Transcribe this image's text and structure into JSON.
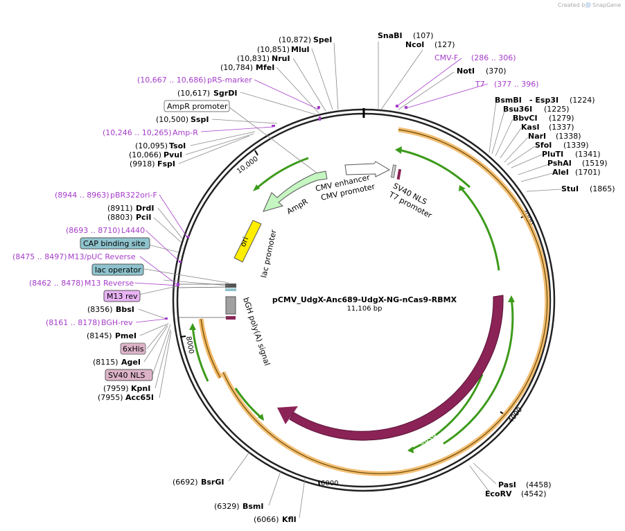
{
  "credit": {
    "text": "Created by",
    "brand": "SnapGene"
  },
  "plasmid": {
    "name": "pCMV_UdgX-Anc689-UdgX-NG-nCas9-RBMX",
    "length": "11,106 bp"
  },
  "ticks": [
    "2000",
    "4000",
    "6000",
    "8000",
    "10,000"
  ],
  "sites": [
    {
      "id": "spei",
      "pos": "(10,872)",
      "name": "SpeI"
    },
    {
      "id": "mlui",
      "pos": "(10,851)",
      "name": "MluI"
    },
    {
      "id": "nrui",
      "pos": "(10,831)",
      "name": "NruI"
    },
    {
      "id": "mfei",
      "pos": "(10,784)",
      "name": "MfeI"
    },
    {
      "id": "sgrdi",
      "pos": "(10,617)",
      "name": "SgrDI"
    },
    {
      "id": "sspi",
      "pos": "(10,500)",
      "name": "SspI"
    },
    {
      "id": "tsoi",
      "pos": "(10,095)",
      "name": "TsoI"
    },
    {
      "id": "pvui",
      "pos": "(10,066)",
      "name": "PvuI"
    },
    {
      "id": "fspi",
      "pos": "(9918)",
      "name": "FspI"
    },
    {
      "id": "drdi",
      "pos": "(8911)",
      "name": "DrdI"
    },
    {
      "id": "pcii",
      "pos": "(8803)",
      "name": "PciI"
    },
    {
      "id": "bbsi",
      "pos": "(8356)",
      "name": "BbsI"
    },
    {
      "id": "pmei",
      "pos": "(8145)",
      "name": "PmeI"
    },
    {
      "id": "agei",
      "pos": "(8115)",
      "name": "AgeI"
    },
    {
      "id": "kpni",
      "pos": "(7959)",
      "name": "KpnI"
    },
    {
      "id": "acc65i",
      "pos": "(7955)",
      "name": "Acc65I"
    },
    {
      "id": "bsrgi",
      "pos": "(6692)",
      "name": "BsrGI"
    },
    {
      "id": "bsmi",
      "pos": "(6329)",
      "name": "BsmI"
    },
    {
      "id": "kfli",
      "pos": "(6066)",
      "name": "KflI"
    },
    {
      "id": "snabi",
      "pos": "(107)",
      "name": "SnaBI"
    },
    {
      "id": "ncoi",
      "pos": "(127)",
      "name": "NcoI"
    },
    {
      "id": "noti",
      "pos": "(370)",
      "name": "NotI"
    },
    {
      "id": "bsmbi",
      "pos": "(1224)",
      "name": "BsmBI",
      "extra": "- Esp3I"
    },
    {
      "id": "bsu36i",
      "pos": "(1225)",
      "name": "Bsu36I"
    },
    {
      "id": "bbvci",
      "pos": "(1279)",
      "name": "BbvCI"
    },
    {
      "id": "kasi",
      "pos": "(1337)",
      "name": "KasI"
    },
    {
      "id": "nari",
      "pos": "(1338)",
      "name": "NarI"
    },
    {
      "id": "sfoi",
      "pos": "(1339)",
      "name": "SfoI"
    },
    {
      "id": "pluti",
      "pos": "(1341)",
      "name": "PluTI"
    },
    {
      "id": "pshai",
      "pos": "(1519)",
      "name": "PshAI"
    },
    {
      "id": "alei",
      "pos": "(1701)",
      "name": "AleI"
    },
    {
      "id": "stui",
      "pos": "(1865)",
      "name": "StuI"
    },
    {
      "id": "pasi",
      "pos": "(4458)",
      "name": "PasI"
    },
    {
      "id": "ecorv",
      "pos": "(4542)",
      "name": "EcoRV"
    }
  ],
  "primers": [
    {
      "id": "prs",
      "range": "(10,667 .. 10,686)",
      "name": "pRS-marker"
    },
    {
      "id": "ampr-p",
      "range": "(10,246 .. 10,265)",
      "name": "Amp-R"
    },
    {
      "id": "pbr",
      "range": "(8944 .. 8963)",
      "name": "pBR322ori-F"
    },
    {
      "id": "l4440",
      "range": "(8693 .. 8710)",
      "name": "L4440"
    },
    {
      "id": "m13puc",
      "range": "(8475 .. 8497)",
      "name": "M13/pUC Reverse"
    },
    {
      "id": "m13rev",
      "range": "(8462 .. 8478)",
      "name": "M13 Reverse"
    },
    {
      "id": "bghrev",
      "range": "(8161 .. 8178)",
      "name": "BGH-rev"
    },
    {
      "id": "cmvf",
      "range": "(286 .. 306)",
      "name": "CMV-F"
    },
    {
      "id": "t7",
      "range": "(377 .. 396)",
      "name": "T7"
    }
  ],
  "boxed": {
    "ampr_promoter": "AmpR promoter",
    "cap": "CAP binding site",
    "lacop": "lac operator",
    "m13rev": "M13 rev",
    "his": "6xHis",
    "sv40": "SV40 NLS"
  },
  "features": {
    "cmv_enhancer": "CMV enhancer",
    "cmv_promoter": "CMV promoter",
    "sv40_nls": "SV40 NLS",
    "t7_promoter": "T7 promoter",
    "ampr": "AmpR",
    "ori": "ori",
    "lac_promoter": "lac promoter",
    "bgh": "bGH poly(A) signal",
    "cas9": "Cas9"
  },
  "colors": {
    "cas9": "#8b2357",
    "orf": "#f2b866",
    "green": "#3c9a1a",
    "ampr": "#c5f5c0",
    "ori": "#ffee00",
    "purple": "#a53cc9",
    "cap": "#8ec3cd",
    "pinkbox": "#ddb3c8",
    "m13box": "#e8b3f4"
  }
}
